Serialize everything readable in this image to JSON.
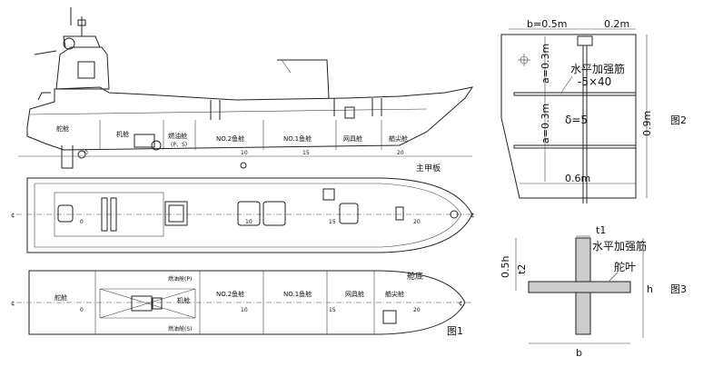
{
  "profile": {
    "compartments": {
      "tiller": "舵舱",
      "engine": "机舱",
      "fuel": "燃油舱",
      "fuel_ps": "(P、S)",
      "fish2": "NO.2鱼舱",
      "fish1": "NO.1鱼舱",
      "gear": "网具舱",
      "fore": "艏尖舱"
    },
    "ticks": {
      "t0": "0",
      "t10": "10",
      "t15": "15",
      "t20": "20"
    }
  },
  "main_deck": {
    "label": "主甲板",
    "ticks": {
      "t0": "0",
      "t10": "10",
      "t15": "15",
      "t20": "20"
    },
    "cl_left": "¢",
    "cl_right": "¢"
  },
  "bottom": {
    "label": "舱底",
    "compartments": {
      "tiller": "舵舱",
      "fuel_p": "燃油舱(P)",
      "engine": "机舱",
      "fuel_s": "燃油舱(S)",
      "fish2": "NO.2鱼舱",
      "fish1": "NO.1鱼舱",
      "gear": "网具舱",
      "fore": "艏尖舱"
    },
    "ticks": {
      "t0": "0",
      "t10": "10",
      "t15": "15",
      "t20": "20"
    },
    "cl_left": "¢",
    "cl_right": "¢"
  },
  "fig1_label": "图1",
  "fig2": {
    "dim_b": "b=0.5m",
    "dim_02": "0.2m",
    "dim_a1": "a=0.3m",
    "dim_a2": "a=0.3m",
    "dim_09": "0.9m",
    "dim_06": "0.6m",
    "stiffener": "水平加强筋",
    "stiffener_size": "-5×40",
    "delta": "δ=5",
    "label": "图2"
  },
  "fig3": {
    "t1": "t1",
    "stiffener": "水平加强筋",
    "rudder_blade": "舵叶",
    "dim_05h": "0.5h",
    "t2": "t2",
    "h": "h",
    "b": "b",
    "label": "图3"
  }
}
